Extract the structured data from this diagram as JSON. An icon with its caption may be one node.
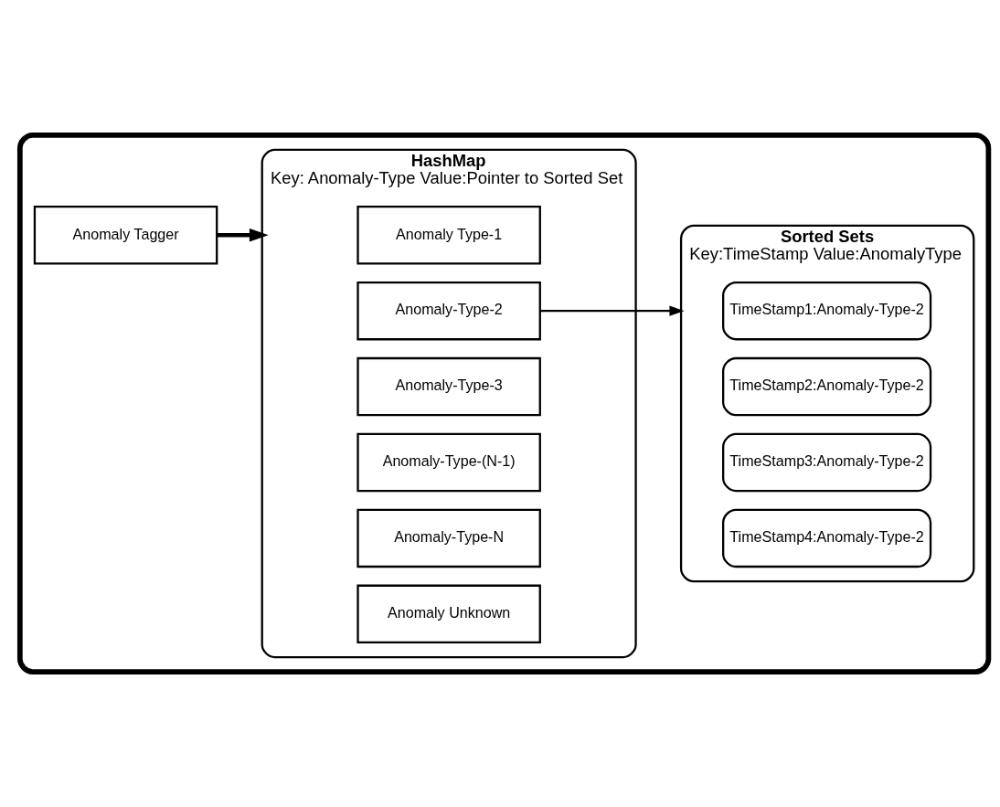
{
  "diagram": {
    "nodes": [
      {
        "text": [],
        "shape": "box"
      },
      {
        "text": [
          "Anomaly Tagger"
        ],
        "in": 0
      },
      {
        "text": [
          "HashMap",
          "Key: Anomaly-Type Value:Pointer to Sorted Set"
        ],
        "in": 0
      },
      {
        "text": [
          "Anomaly Type-1"
        ],
        "in": 2
      },
      {
        "text": [
          "Anomaly-Type-2"
        ],
        "in": 2
      },
      {
        "text": [
          "Anomaly-Type-3"
        ],
        "in": 2
      },
      {
        "text": [
          "Anomaly-Type-(N-1)"
        ],
        "in": 2
      },
      {
        "text": [
          "Anomaly-Type-N"
        ],
        "in": 2
      },
      {
        "text": [
          "Anomaly Unknown"
        ],
        "in": 2
      },
      {
        "text": [
          "Sorted Sets",
          "Key:TimeStamp Value:AnomalyType"
        ],
        "in": 0
      },
      {
        "text": [
          "TimeStamp1:Anomaly-Type-2"
        ],
        "in": 9
      },
      {
        "text": [
          "TimeStamp2:Anomaly-Type-2"
        ],
        "in": 9
      },
      {
        "text": [
          "TimeStamp3:Anomaly-Type-2"
        ],
        "in": 9
      },
      {
        "text": [
          "TimeStamp4:Anomaly-Type-2"
        ],
        "in": 9
      }
    ],
    "edges": [
      {
        "from": 1,
        "to": 2,
        "arrow": "to",
        "style": "thick"
      },
      {
        "from": 4,
        "to": 9,
        "arrow": "to"
      }
    ]
  }
}
